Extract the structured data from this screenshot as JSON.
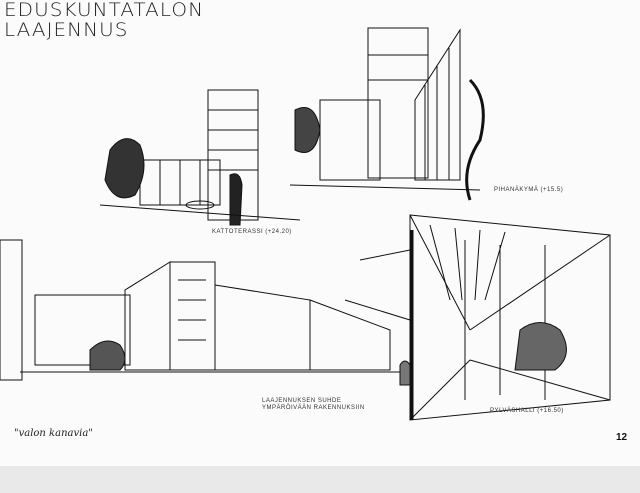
{
  "title": {
    "line1": "EDUSKUNTATALON",
    "line2": "LAAJENNUS"
  },
  "captions": {
    "roof_terrace": "KATTOTERASSI (+24.20)",
    "courtyard_view": "PIHANÄKYMÄ (+15.5)",
    "relation_line1": "LAAJENNUKSEN SUHDE",
    "relation_line2": "YMPÄRÖIVÄÄN RAKENNUKSIIN",
    "column_hall": "PYLVÄSHALLI (+16.50)"
  },
  "handwritten_note": "\"valon kanavia\"",
  "page_number": "12"
}
